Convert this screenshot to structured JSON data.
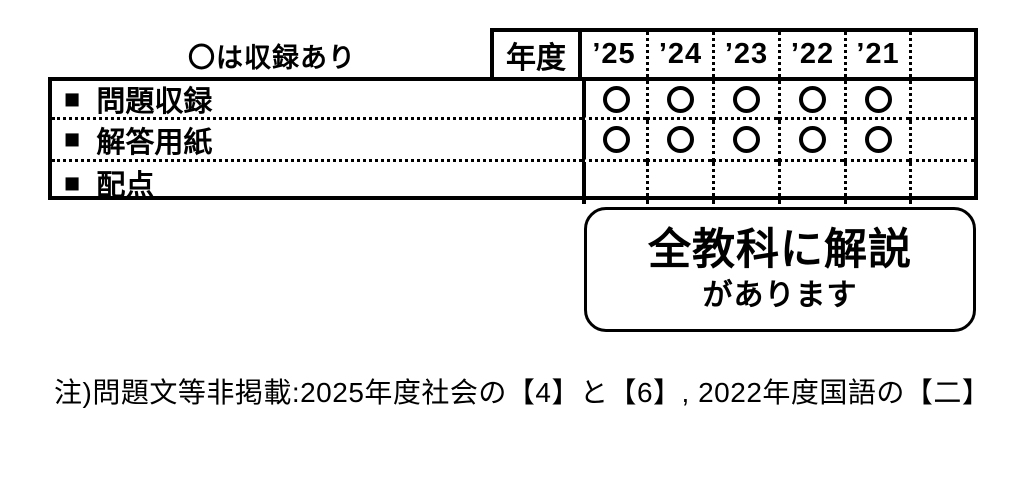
{
  "legend": "〇は収録あり",
  "table": {
    "year_header_label": "年度",
    "years": [
      "’25",
      "’24",
      "’23",
      "’22",
      "’21",
      ""
    ],
    "rows": [
      {
        "marker": "■",
        "label": "問題収録",
        "cells": [
          "○",
          "○",
          "○",
          "○",
          "○",
          ""
        ]
      },
      {
        "marker": "■",
        "label": "解答用紙",
        "cells": [
          "○",
          "○",
          "○",
          "○",
          "○",
          ""
        ]
      },
      {
        "marker": "■",
        "label": "配点",
        "cells": [
          "",
          "",
          "",
          "",
          "",
          ""
        ]
      }
    ]
  },
  "callout": {
    "line1": "全教科に解説",
    "line2": "があります"
  },
  "note": "注)問題文等非掲載:2025年度社会の【4】と【6】, 2022年度国語の【二】",
  "colors": {
    "ink": "#000000",
    "paper": "#ffffff"
  }
}
